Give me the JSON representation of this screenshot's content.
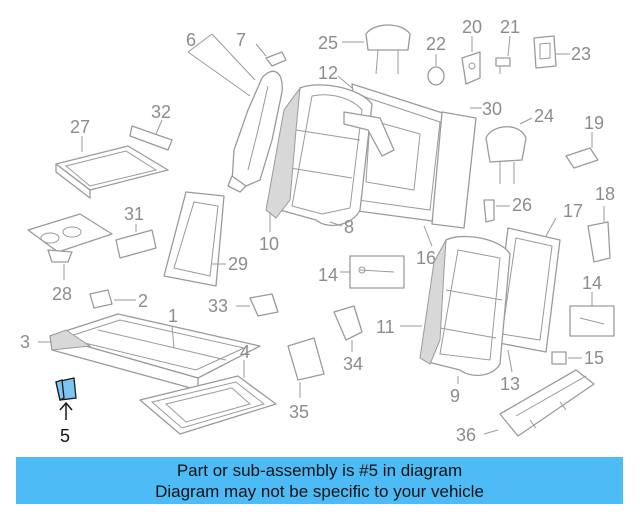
{
  "callouts": {
    "c1": "1",
    "c2": "2",
    "c3": "3",
    "c4": "4",
    "c5": "5",
    "c6": "6",
    "c7": "7",
    "c8": "8",
    "c9": "9",
    "c10": "10",
    "c11": "11",
    "c12": "12",
    "c13": "13",
    "c14a": "14",
    "c14b": "14",
    "c15": "15",
    "c16": "16",
    "c17": "17",
    "c18": "18",
    "c19": "19",
    "c20": "20",
    "c21": "21",
    "c22": "22",
    "c23": "23",
    "c24": "24",
    "c25": "25",
    "c26": "26",
    "c27": "27",
    "c28": "28",
    "c29": "29",
    "c30": "30",
    "c31": "31",
    "c32": "32",
    "c33": "33",
    "c34": "34",
    "c35": "35",
    "c36": "36"
  },
  "highlighted_part": "5",
  "colors": {
    "highlight_fill": "#7cc4f2",
    "banner_bg": "#4dbcf6",
    "line_art": "#9a9a9a"
  },
  "banner": {
    "line1": "Part or sub-assembly is #5 in diagram",
    "line2": "Diagram may not be specific to your vehicle"
  }
}
